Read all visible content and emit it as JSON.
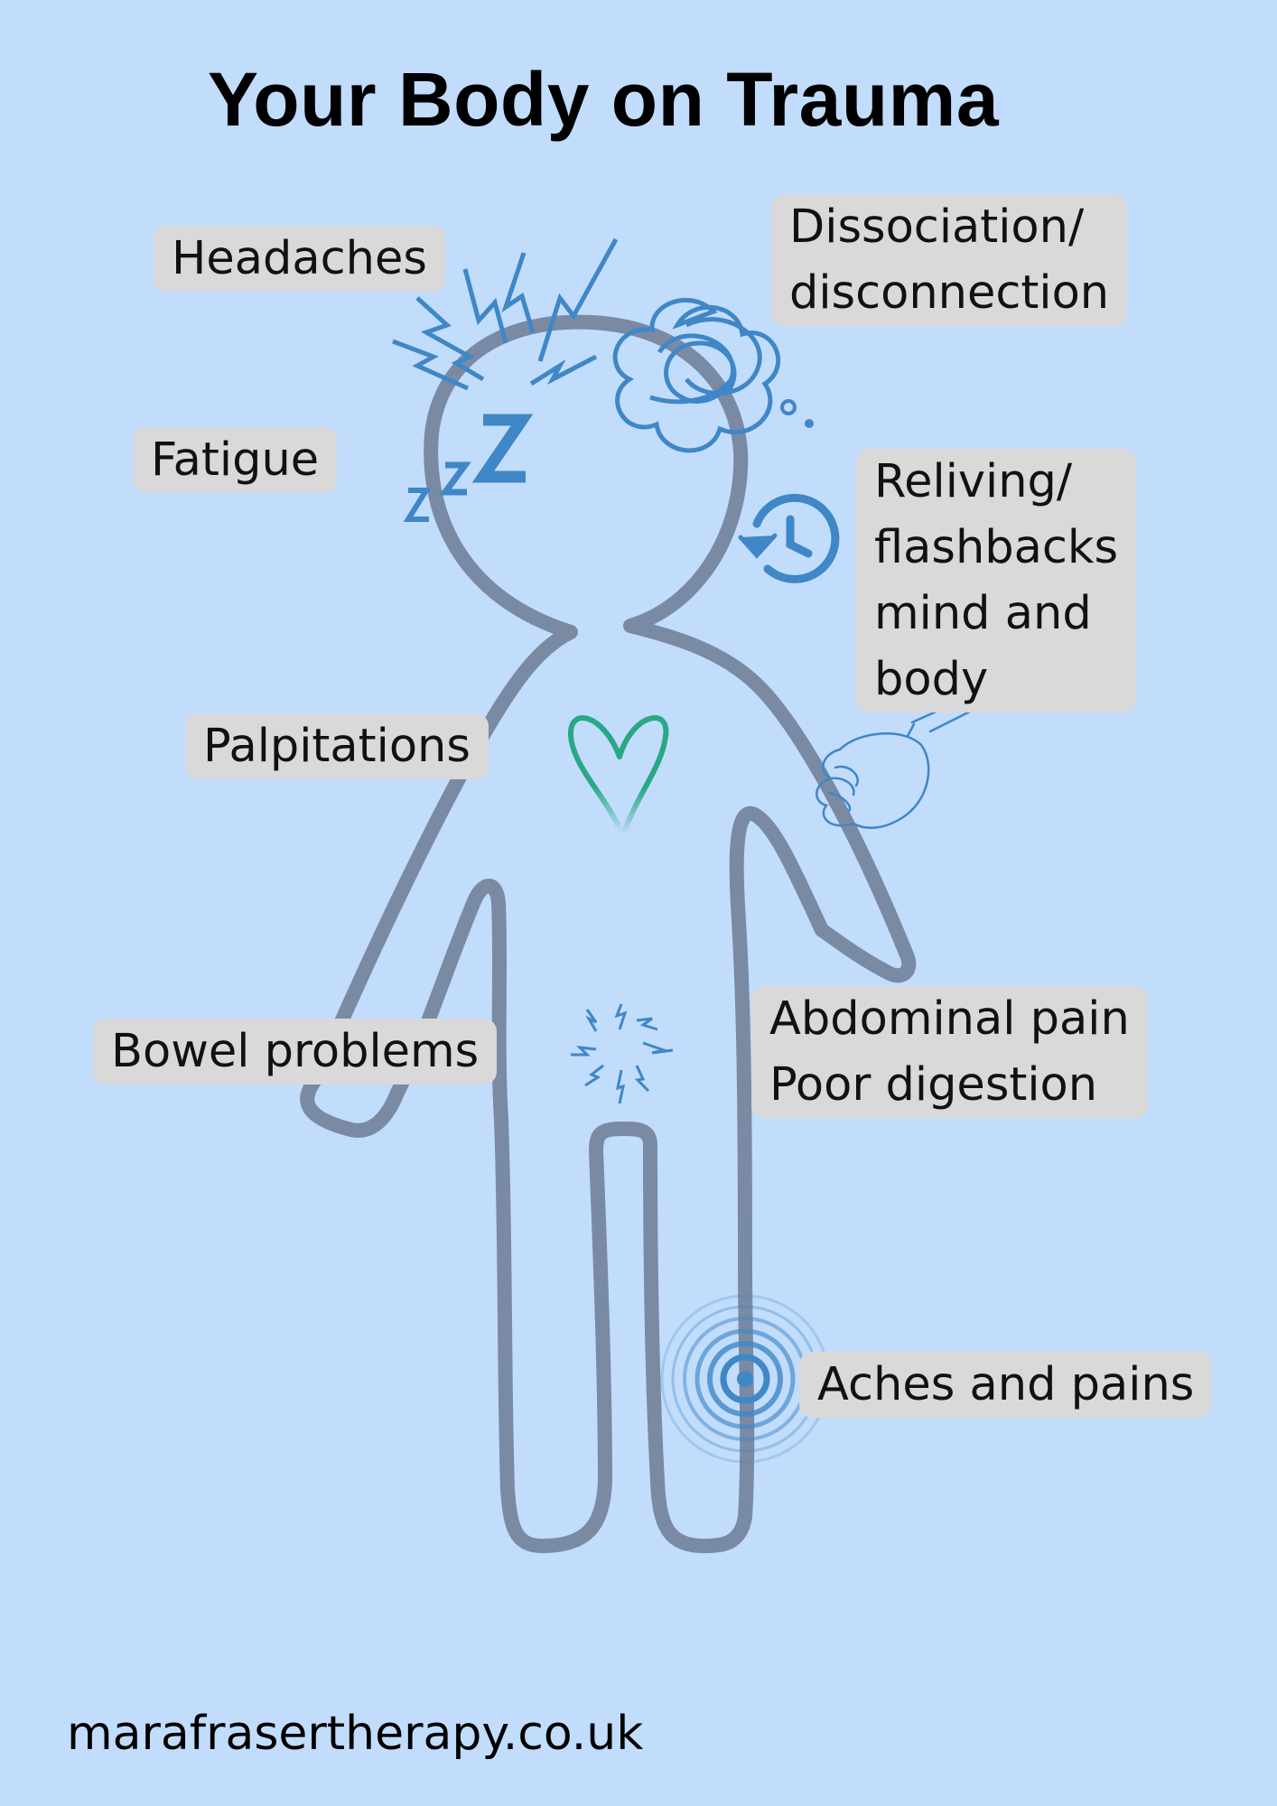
{
  "title": "Your Body on Trauma",
  "labels": {
    "headaches": "Headaches",
    "dissociation": [
      "Dissociation/",
      "disconnection"
    ],
    "fatigue": "Fatigue",
    "reliving": [
      "Reliving/",
      "flashbacks",
      "mind and",
      "body"
    ],
    "palpitations": "Palpitations",
    "bowel": "Bowel problems",
    "abdominal": [
      "Abdominal pain",
      "Poor digestion"
    ],
    "aches": "Aches and pains"
  },
  "website": "marafrasertherapy.co.uk",
  "colors": {
    "background": "#c2dcfc",
    "body_outline": "#7a8aa3",
    "icon_blue": "#3f87c6",
    "heart_green": "#2aa886",
    "label_bg": "#d9d9d9"
  },
  "icons": [
    "lightning-icon",
    "scribble-icon",
    "sleep-z-icon",
    "history-clock-icon",
    "heart-icon",
    "fist-icon",
    "pain-burst-icon",
    "target-rings-icon"
  ]
}
